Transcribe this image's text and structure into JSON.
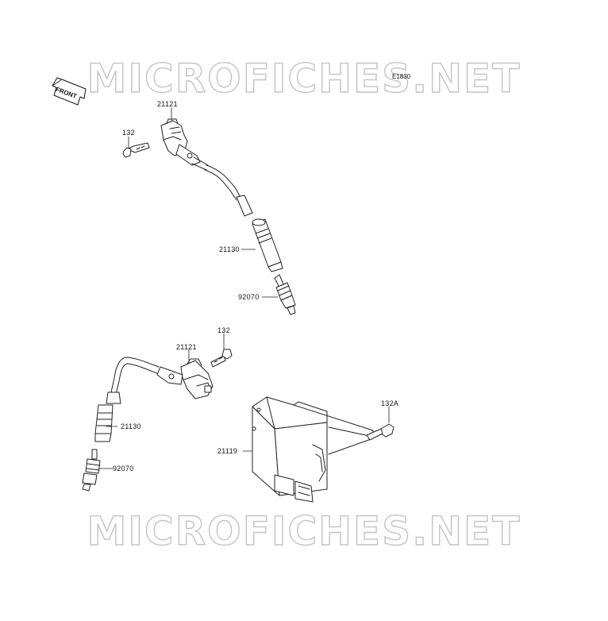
{
  "watermark": {
    "top": "MICROFICHES.NET",
    "bottom": "MICROFICHES.NET"
  },
  "figure_ref": "E1830",
  "front_label": "FRONT",
  "parts": {
    "coil_front": "21121",
    "bolt_front": "132",
    "cap_front": "21130",
    "plug_front": "92070",
    "coil_rear": "21121",
    "bolt_rear": "132",
    "cap_rear": "21130",
    "plug_rear": "92070",
    "bolt_ecu": "132A",
    "ecu": "21119"
  }
}
